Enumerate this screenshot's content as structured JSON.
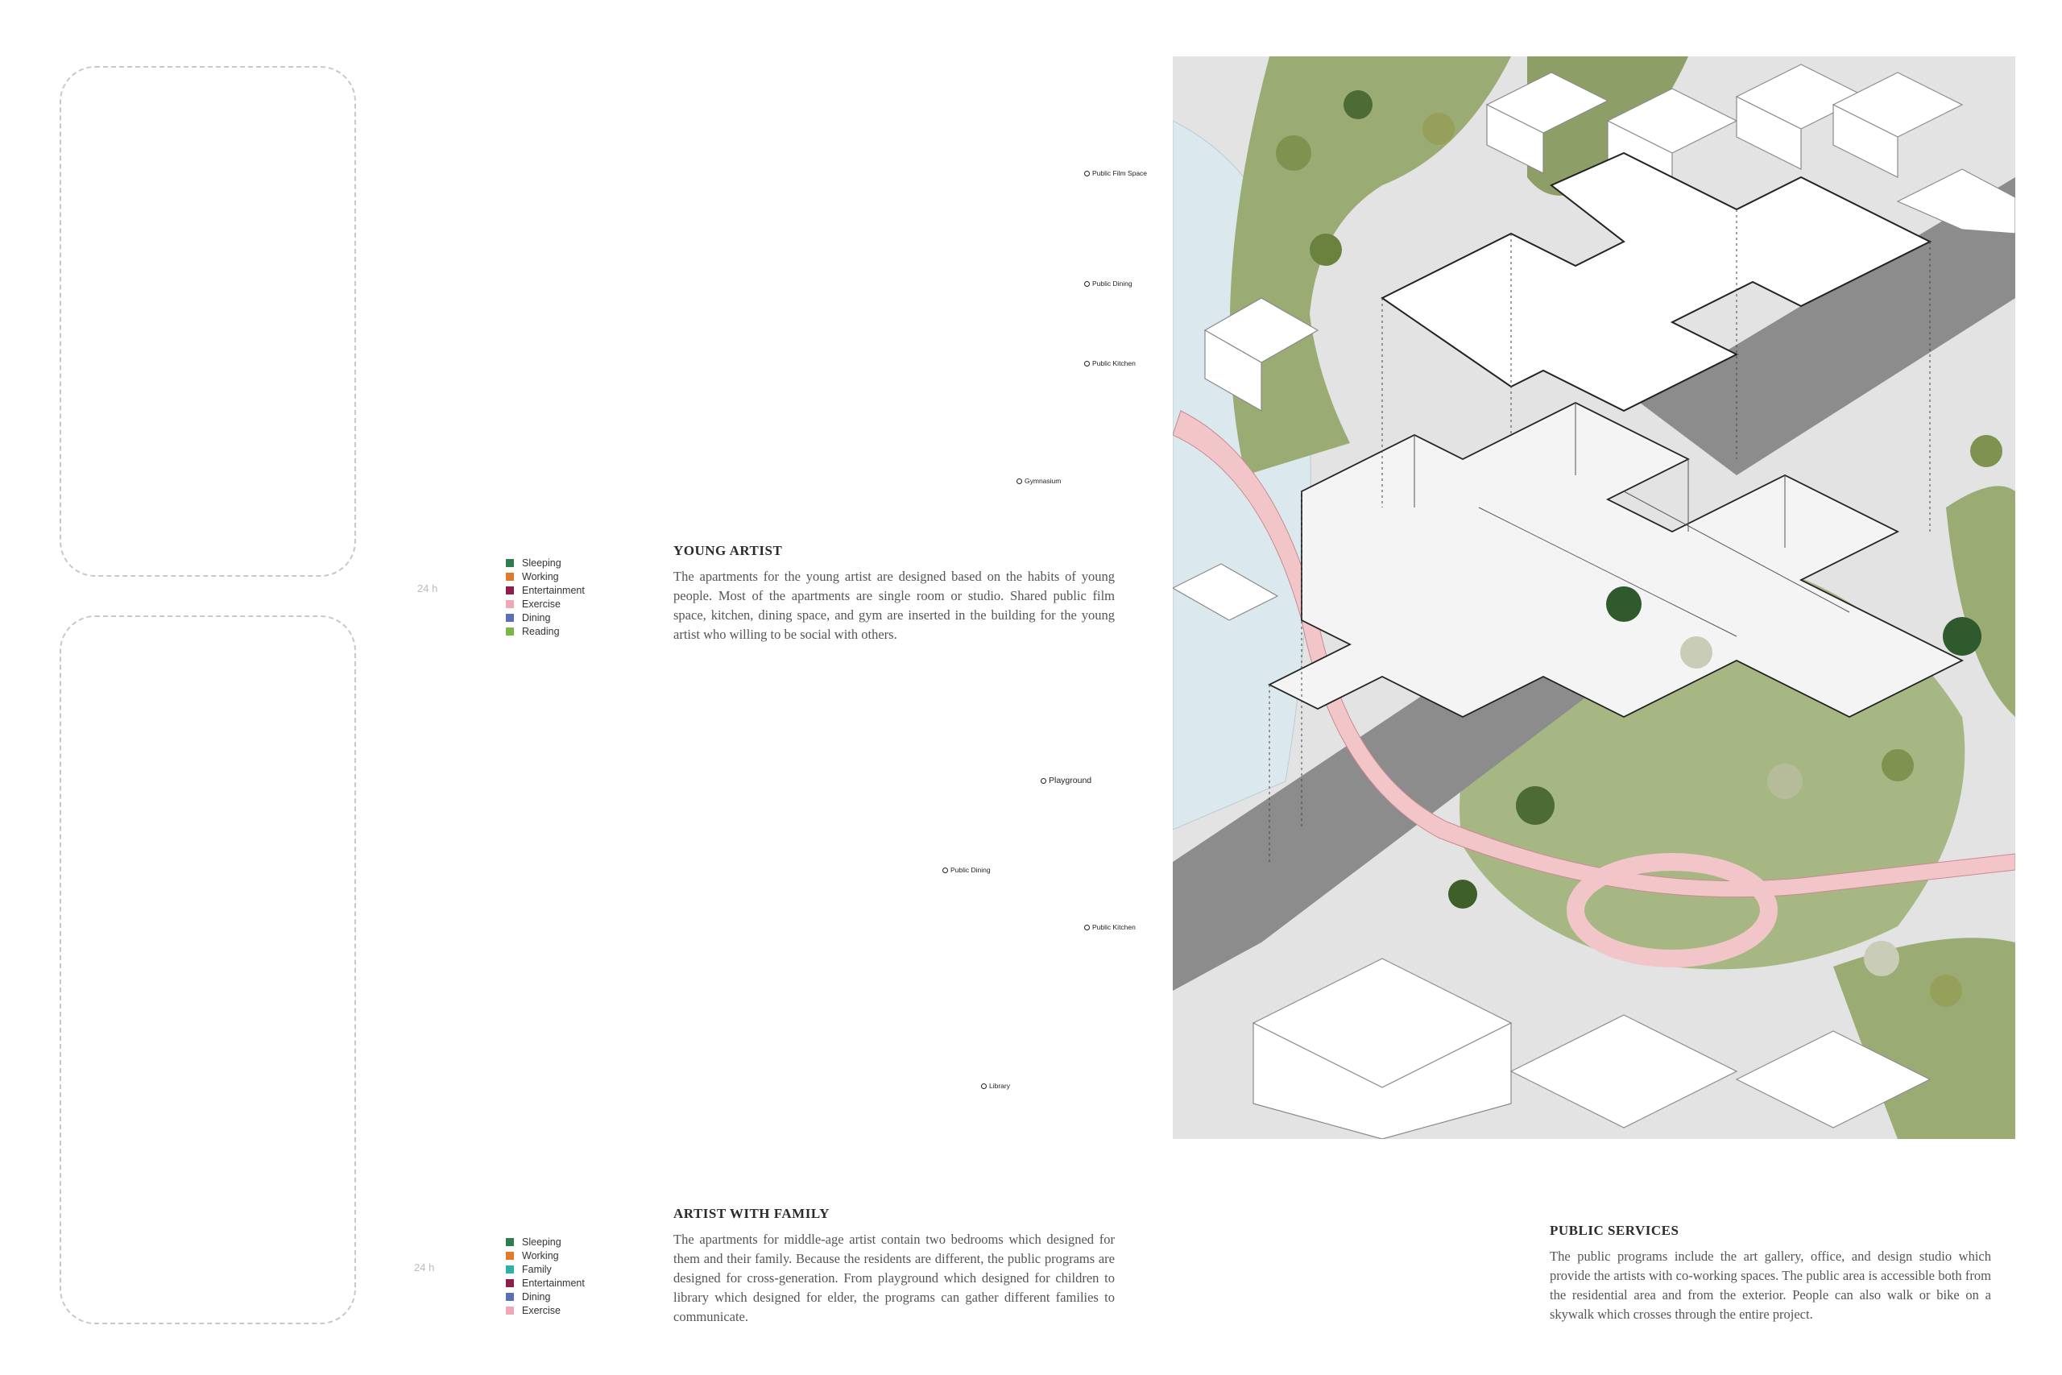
{
  "young_artist": {
    "title": "YOUNG ARTIST",
    "description": "The apartments for the young artist are designed based on the habits of young people. Most of the apartments are single room or studio. Shared public film space, kitchen, dining space, and gym are inserted in the building for the young artist who willing to be social with others.",
    "clock_label": "24 h",
    "legend": [
      {
        "label": "Sleeping",
        "color": "#2e7d4f"
      },
      {
        "label": "Working",
        "color": "#e07b2a"
      },
      {
        "label": "Entertainment",
        "color": "#8e1f4b"
      },
      {
        "label": "Exercise",
        "color": "#f2a7b8"
      },
      {
        "label": "Dining",
        "color": "#5a6fb5"
      },
      {
        "label": "Reading",
        "color": "#7ab648"
      }
    ],
    "program_labels": [
      "Public Film Space",
      "Public Dining",
      "Public Kitchen",
      "Gymnasium"
    ]
  },
  "artist_with_family": {
    "title": "ARTIST WITH FAMILY",
    "description": "The apartments for middle-age artist contain two bedrooms which designed for them and their family. Because the residents are different, the public programs are designed for cross-generation. From playground which designed for children to library which designed for elder, the programs can gather different families to communicate.",
    "clock_label": "24 h",
    "legend": [
      {
        "label": "Sleeping",
        "color": "#2e7d4f"
      },
      {
        "label": "Working",
        "color": "#e07b2a"
      },
      {
        "label": "Family",
        "color": "#2bb3a3"
      },
      {
        "label": "Entertainment",
        "color": "#8e1f4b"
      },
      {
        "label": "Dining",
        "color": "#5a6fb5"
      },
      {
        "label": "Exercise",
        "color": "#f2a7b8"
      }
    ],
    "program_labels": [
      "Playground",
      "Public Dining",
      "Public Kitchen",
      "Library"
    ]
  },
  "public_services": {
    "title": "PUBLIC SERVICES",
    "description": "The public programs include the art gallery, office, and design studio which provide the artists with co-working spaces. The public area is accessible both from the residential area and from the exterior. People can also walk or bike on a skywalk which crosses through the entire project."
  }
}
